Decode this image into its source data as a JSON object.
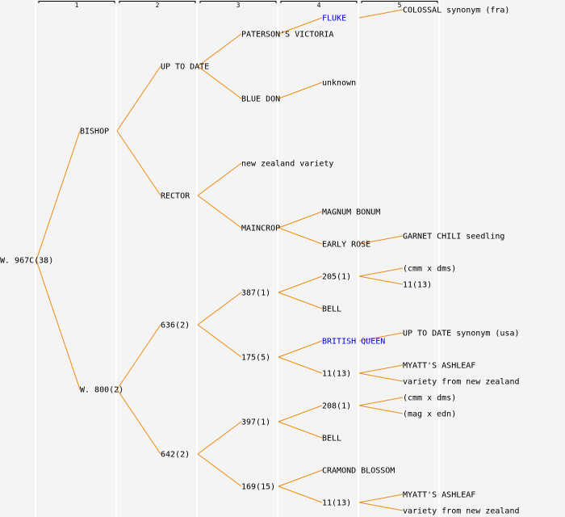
{
  "diagram": {
    "type": "pedigree-tree",
    "colors": {
      "edge": "#f08a10",
      "text": "#000000",
      "highlight": "#0000e0",
      "background": "#f4f4f4",
      "column_line": "#ffffff"
    },
    "generation_headers": [
      "1",
      "2",
      "3",
      "4",
      "5"
    ],
    "root": {
      "label": "W. 967C(38)",
      "children": [
        {
          "label": "BISHOP",
          "children": [
            {
              "label": "UP TO DATE",
              "children": [
                {
                  "label": "PATERSON'S VICTORIA",
                  "children": [
                    {
                      "label": "FLUKE",
                      "highlight": true,
                      "children": [
                        {
                          "label": "COLOSSAL synonym (fra)"
                        }
                      ]
                    }
                  ]
                },
                {
                  "label": "BLUE DON",
                  "children": [
                    {
                      "label": "unknown"
                    }
                  ]
                }
              ]
            },
            {
              "label": "RECTOR",
              "children": [
                {
                  "label": "new zealand variety"
                },
                {
                  "label": "MAINCROP",
                  "children": [
                    {
                      "label": "MAGNUM BONUM"
                    },
                    {
                      "label": "EARLY ROSE",
                      "children": [
                        {
                          "label": "GARNET CHILI seedling"
                        }
                      ]
                    }
                  ]
                }
              ]
            }
          ]
        },
        {
          "label": "W. 800(2)",
          "children": [
            {
              "label": "636(2)",
              "children": [
                {
                  "label": "387(1)",
                  "children": [
                    {
                      "label": "205(1)",
                      "children": [
                        {
                          "label": "(cmm x dms)"
                        },
                        {
                          "label": "11(13)"
                        }
                      ]
                    },
                    {
                      "label": "BELL"
                    }
                  ]
                },
                {
                  "label": "175(5)",
                  "children": [
                    {
                      "label": "BRITISH QUEEN",
                      "highlight": true,
                      "children": [
                        {
                          "label": "UP TO DATE synonym (usa)"
                        }
                      ]
                    },
                    {
                      "label": "11(13)",
                      "children": [
                        {
                          "label": "MYATT'S ASHLEAF"
                        },
                        {
                          "label": "variety from new zealand"
                        }
                      ]
                    }
                  ]
                }
              ]
            },
            {
              "label": "642(2)",
              "children": [
                {
                  "label": "397(1)",
                  "children": [
                    {
                      "label": "208(1)",
                      "children": [
                        {
                          "label": "(cmm x dms)"
                        },
                        {
                          "label": "(mag x edn)"
                        }
                      ]
                    },
                    {
                      "label": "BELL"
                    }
                  ]
                },
                {
                  "label": "169(15)",
                  "children": [
                    {
                      "label": "CRAMOND BLOSSOM"
                    },
                    {
                      "label": "11(13)",
                      "children": [
                        {
                          "label": "MYATT'S ASHLEAF"
                        },
                        {
                          "label": "variety from new zealand"
                        }
                      ]
                    }
                  ]
                }
              ]
            }
          ]
        }
      ]
    }
  }
}
